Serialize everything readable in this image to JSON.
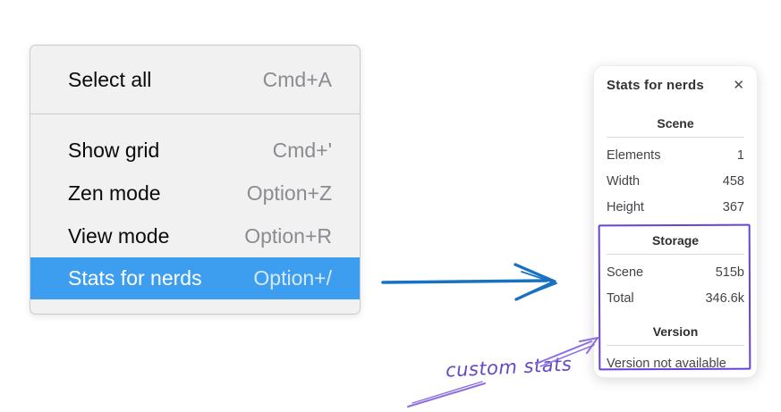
{
  "menu": {
    "items": [
      {
        "label": "Select all",
        "shortcut": "Cmd+A",
        "selected": false
      },
      {
        "label": "Show grid",
        "shortcut": "Cmd+'",
        "selected": false
      },
      {
        "label": "Zen mode",
        "shortcut": "Option+Z",
        "selected": false
      },
      {
        "label": "View mode",
        "shortcut": "Option+R",
        "selected": false
      },
      {
        "label": "Stats for nerds",
        "shortcut": "Option+/",
        "selected": true
      }
    ]
  },
  "panel": {
    "title": "Stats for nerds",
    "close_icon": "✕",
    "sections": [
      {
        "heading": "Scene",
        "rows": [
          {
            "label": "Elements",
            "value": "1"
          },
          {
            "label": "Width",
            "value": "458"
          },
          {
            "label": "Height",
            "value": "367"
          }
        ]
      },
      {
        "heading": "Storage",
        "rows": [
          {
            "label": "Scene",
            "value": "515b"
          },
          {
            "label": "Total",
            "value": "346.6k"
          }
        ]
      },
      {
        "heading": "Version",
        "note": "Version not available"
      }
    ]
  },
  "annotation": {
    "label": "custom stats",
    "icons": [
      "blue-arrow-right",
      "violet-arrow-up-right",
      "violet-leader-line"
    ]
  },
  "colors": {
    "menu_highlight": "#3d9ef0",
    "menu_background": "#f1f1f2",
    "arrow_blue": "#1971c2",
    "annotation_violet": "#6741d9",
    "annotation_violet_light": "#8d6fe0"
  }
}
